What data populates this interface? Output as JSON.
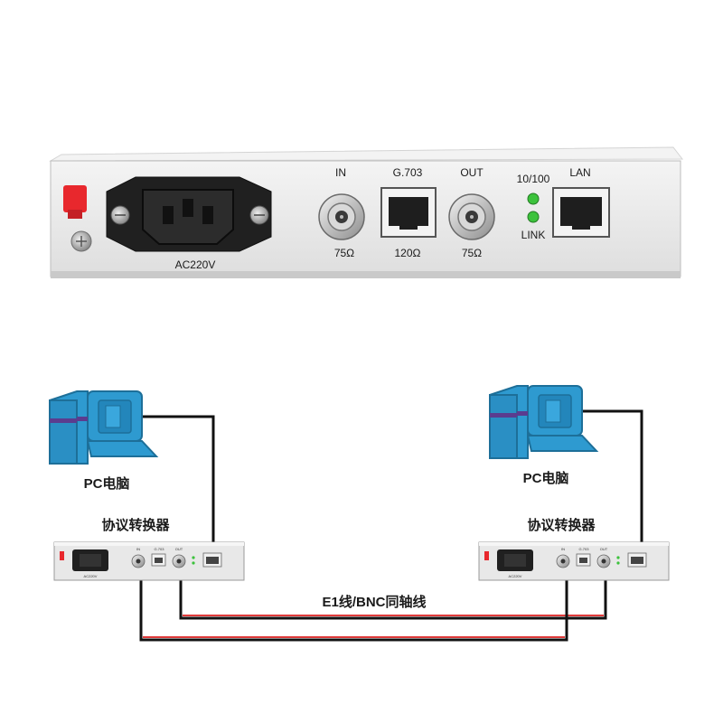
{
  "device": {
    "panel_labels": {
      "power": "AC220V",
      "in": "IN",
      "in_impedance": "75Ω",
      "g703": "G.703",
      "g703_impedance": "120Ω",
      "out": "OUT",
      "out_impedance": "75Ω",
      "speed": "10/100",
      "link": "LINK",
      "lan": "LAN"
    },
    "colors": {
      "panel": "#ececec",
      "chassis_top": "#f2f2f2",
      "led": "#3cc23c",
      "terminal": "#e8282d"
    }
  },
  "diagram": {
    "left": {
      "pc_label": "PC电脑",
      "converter_label": "协议转换器"
    },
    "right": {
      "pc_label": "PC电脑",
      "converter_label": "协议转换器"
    },
    "cable_label": "E1线/BNC同轴线",
    "colors": {
      "pc_body": "#2e9ad0",
      "pc_dark": "#1d6f99",
      "pc_stripe": "#5b3c8f",
      "cable": "#111111",
      "cable_red": "#e03a3a"
    },
    "icons": [
      "desktop-computer-icon",
      "monitor-icon",
      "tower-case-icon"
    ]
  }
}
